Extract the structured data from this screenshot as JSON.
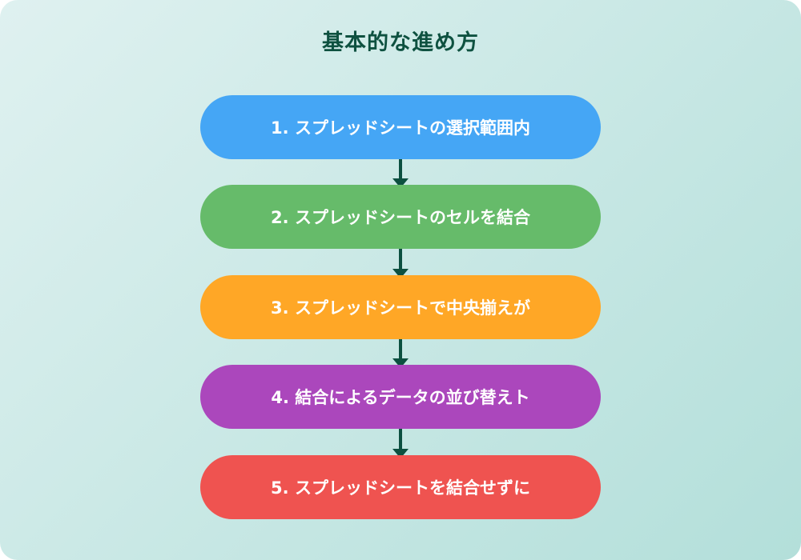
{
  "diagram": {
    "title": "基本的な進め方",
    "type": "vertical-flowchart",
    "background": {
      "gradient_start": "#dff1f0",
      "gradient_end": "#b3dfda"
    },
    "title_color": "#0e5140",
    "arrow_color": "#0c5040",
    "steps": [
      {
        "label": "1. スプレッドシートの選択範囲内",
        "color": "#45a6f5"
      },
      {
        "label": "2. スプレッドシートのセルを結合",
        "color": "#66bb6a"
      },
      {
        "label": "3. スプレッドシートで中央揃えが",
        "color": "#ffa726"
      },
      {
        "label": "4. 結合によるデータの並び替えト",
        "color": "#ab47bc"
      },
      {
        "label": "5. スプレッドシートを結合せずに",
        "color": "#ef5350"
      }
    ],
    "connections": [
      {
        "from": 1,
        "to": 2
      },
      {
        "from": 2,
        "to": 3
      },
      {
        "from": 3,
        "to": 4
      },
      {
        "from": 4,
        "to": 5
      }
    ]
  }
}
